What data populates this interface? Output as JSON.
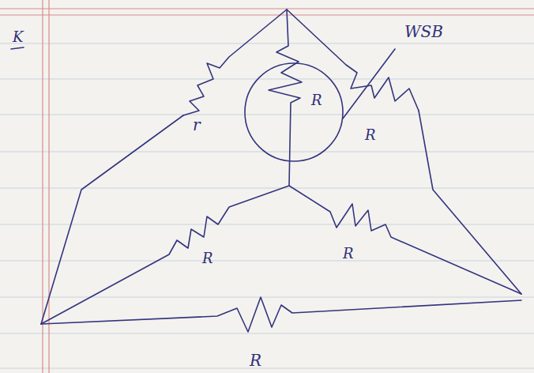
{
  "diagram": {
    "labels": [
      "K",
      "WSB",
      "r",
      "R",
      "R",
      "R",
      "R",
      "R"
    ]
  }
}
